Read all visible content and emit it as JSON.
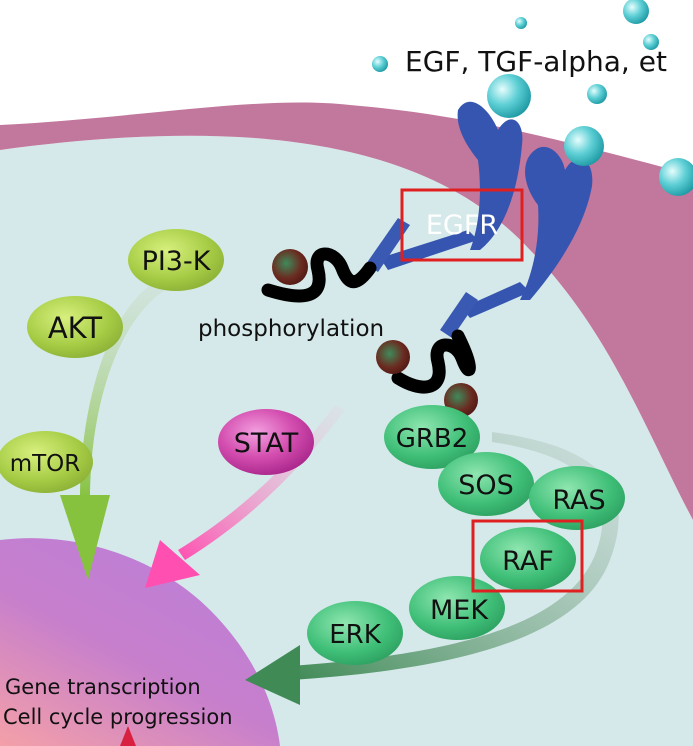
{
  "ligand_label": "EGF, TGF-alpha, et",
  "receptor_label": "EGFR",
  "phosphorylation_label": "phosphorylation",
  "proteins": {
    "pi3k": "PI3-K",
    "akt": "AKT",
    "mtor": "mTOR",
    "stat": "STAT",
    "grb2": "GRB2",
    "sos": "SOS",
    "ras": "RAS",
    "raf": "RAF",
    "mek": "MEK",
    "erk": "ERK"
  },
  "outcomes": {
    "line1": "Gene transcription",
    "line2": "Cell cycle progression"
  },
  "highlighted": [
    "EGFR",
    "RAF"
  ],
  "colors": {
    "membrane": "#c2779c",
    "cytoplasm": "#d5e9ea",
    "nucleus": "#c27ad0",
    "receptor": "#3a59b3",
    "ligand": "#4cc4cc",
    "pi3k_pathway": "#9fcb4a",
    "stat_pathway": "#c42b8c",
    "ras_pathway": "#3db36f",
    "highlight": "#e02020"
  }
}
